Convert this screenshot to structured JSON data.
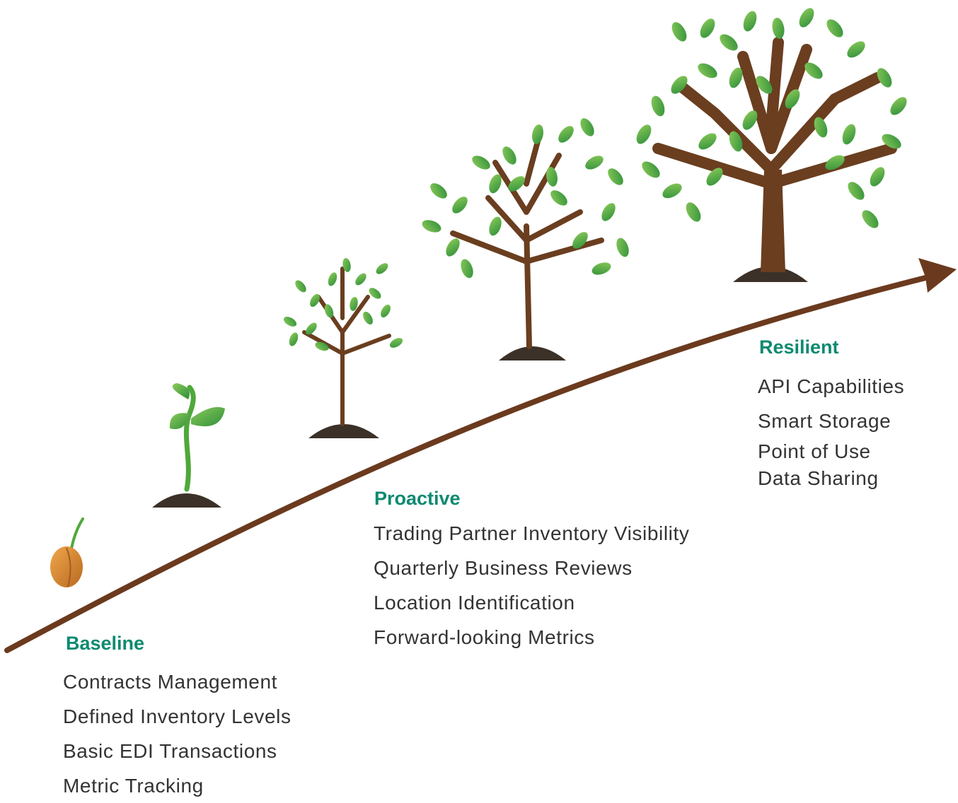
{
  "stages": [
    {
      "id": "baseline",
      "title": "Baseline",
      "items": [
        "Contracts Management",
        "Defined Inventory Levels",
        "Basic EDI Transactions",
        "Metric Tracking"
      ]
    },
    {
      "id": "proactive",
      "title": "Proactive",
      "items": [
        "Trading Partner Inventory Visibility",
        "Quarterly Business Reviews",
        "Location Identification",
        "Forward-looking Metrics"
      ]
    },
    {
      "id": "resilient",
      "title": "Resilient",
      "items": [
        "API Capabilities",
        "Smart Storage",
        "Point of Use Data Sharing"
      ]
    }
  ],
  "growth_icons": [
    "seed-icon",
    "sprout-icon",
    "sapling-icon",
    "young-tree-icon",
    "mature-tree-icon"
  ],
  "colors": {
    "arrow": "#6b3a1e",
    "trunk": "#6a3e1f",
    "soil": "#3b3128",
    "leaf_light": "#8ccb5a",
    "leaf_dark": "#2f8f3a",
    "seed": "#d98a35",
    "title": "#0d8a70",
    "text": "#333333"
  }
}
